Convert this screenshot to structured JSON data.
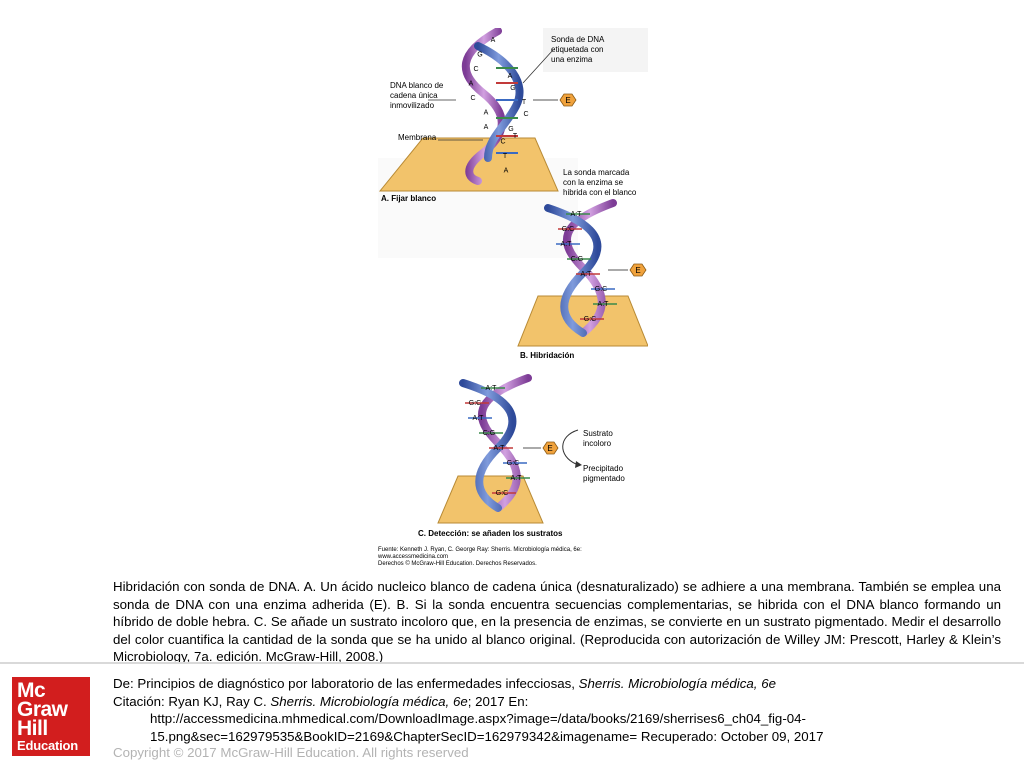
{
  "figure": {
    "panel_a": {
      "caption": "A. Fijar blanco",
      "probe_label": [
        "Sonda de DNA",
        "etiquetada con",
        "una enzima"
      ],
      "target_label": [
        "DNA blanco de",
        "cadena única",
        "inmovilizado"
      ],
      "membrane_label": "Membrana",
      "left_bases": [
        "A",
        "G",
        "C",
        "A",
        "C",
        "A",
        "A",
        "C",
        "T",
        "A"
      ],
      "right_bases": [
        "A",
        "G",
        "T",
        "C",
        "G",
        "T"
      ],
      "enzyme": "E"
    },
    "panel_b": {
      "caption": "B. Hibridación",
      "label": [
        "La sonda marcada",
        "con la enzima se",
        "hibrida con el blanco"
      ],
      "pairs": [
        "A:T",
        "G:C",
        "A:T",
        "C:G",
        "A:T",
        "G:C",
        "A:T",
        "G:C"
      ],
      "enzyme": "E"
    },
    "panel_c": {
      "caption": "C. Detección: se añaden los sustratos",
      "substrate_label": [
        "Sustrato",
        "incoloro"
      ],
      "product_label": [
        "Precipitado",
        "pigmentado"
      ],
      "pairs": [
        "A:T",
        "G:C",
        "A:T",
        "C:G",
        "A:T",
        "G:C",
        "A:T",
        "G:C"
      ],
      "enzyme": "E"
    },
    "source": [
      "Fuente: Kenneth J. Ryan, C. George Ray: Sherris. Microbiología médica, 6e:",
      "www.accessmedicina.com",
      "Derechos © McGraw-Hill Education. Derechos Reservados."
    ]
  },
  "caption": "Hibridación con sonda de DNA. A. Un ácido nucleico blanco de cadena única (desnaturalizado) se adhiere a una membrana. También se emplea una sonda de DNA con una enzima adherida (E). B. Si la sonda encuentra secuencias complementarias, se hibrida con el DNA blanco formando un híbrido de doble hebra. C. Se añade un sustrato incoloro que, en la presencia de enzimas, se convierte en un sustrato pigmentado. Medir el desarrollo del color cuantifica la cantidad de la sonda que se ha unido al blanco original. (Reproducida con autorización de Willey JM: Prescott, Harley & Klein’s Microbiology, 7a. edición. McGraw-Hill, 2008.)",
  "logo": {
    "line1": "Mc",
    "line2": "Graw",
    "line3": "Hill",
    "line4": "Education"
  },
  "citation": {
    "from_prefix": "De: Principios de diagnóstico por laboratorio de las enfermedades infecciosas, ",
    "from_book": "Sherris. Microbiología médica, 6e",
    "cite_prefix": "Citación: Ryan KJ, Ray C. ",
    "cite_book": "Sherris. Microbiología médica, 6e",
    "cite_suffix": "; 2017 En:",
    "url_line1": "http://accessmedicina.mhmedical.com/DownloadImage.aspx?image=/data/books/2169/sherrises6_ch04_fig-04-",
    "url_line2": "15.png&sec=162979535&BookID=2169&ChapterSecID=162979342&imagename= Recuperado: October 09, 2017"
  },
  "copyright": "Copyright © 2017 McGraw-Hill Education. All rights reserved",
  "colors": {
    "strand_blue": "#4a66b0",
    "strand_purple": "#a160b3",
    "membrane": "#f2c36b",
    "enzyme": "#f0a23c",
    "logo_red": "#d21e1e"
  }
}
